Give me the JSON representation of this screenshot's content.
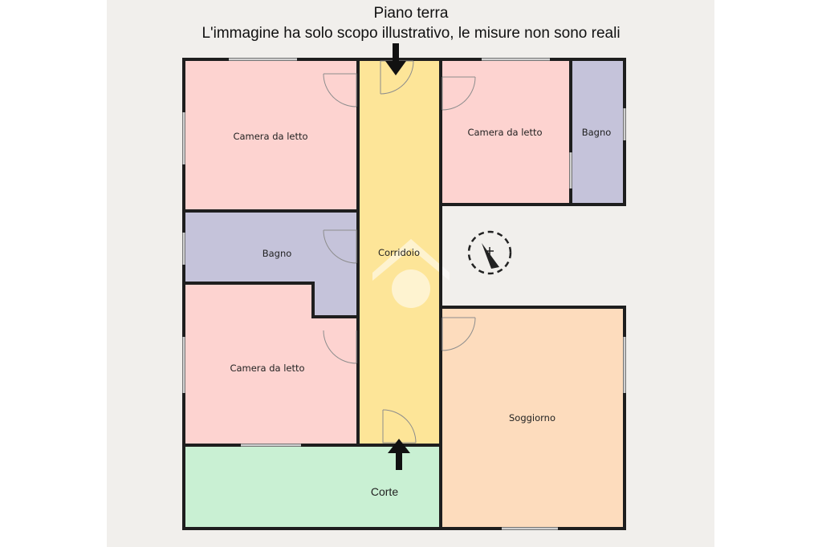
{
  "header": {
    "title": "Piano terra",
    "disclaimer": "L'immagine ha solo scopo illustrativo, le misure non sono reali"
  },
  "rooms": [
    {
      "id": "camera-1",
      "label": "Camera da letto",
      "color": "#fdd3d0"
    },
    {
      "id": "corridoio",
      "label": "Corridoio",
      "color": "#fde598"
    },
    {
      "id": "camera-2",
      "label": "Camera da letto",
      "color": "#fdd3d0"
    },
    {
      "id": "bagno-1",
      "label": "Bagno",
      "color": "#c5c3da"
    },
    {
      "id": "bagno-2",
      "label": "Bagno",
      "color": "#c5c3da"
    },
    {
      "id": "camera-3",
      "label": "Camera da letto",
      "color": "#fdd3d0"
    },
    {
      "id": "soggiorno",
      "label": "Soggiorno",
      "color": "#fddcbd"
    },
    {
      "id": "corte",
      "label": "Corte",
      "color": "#c9f0d3"
    }
  ],
  "icons": {
    "entrance_arrow": "entrance-arrow-icon",
    "compass": "compass-icon",
    "watermark": "house-watermark-icon"
  },
  "colors": {
    "wall": "#1e1e1e",
    "window": "#cfcfcf",
    "background": "#f1efec"
  }
}
